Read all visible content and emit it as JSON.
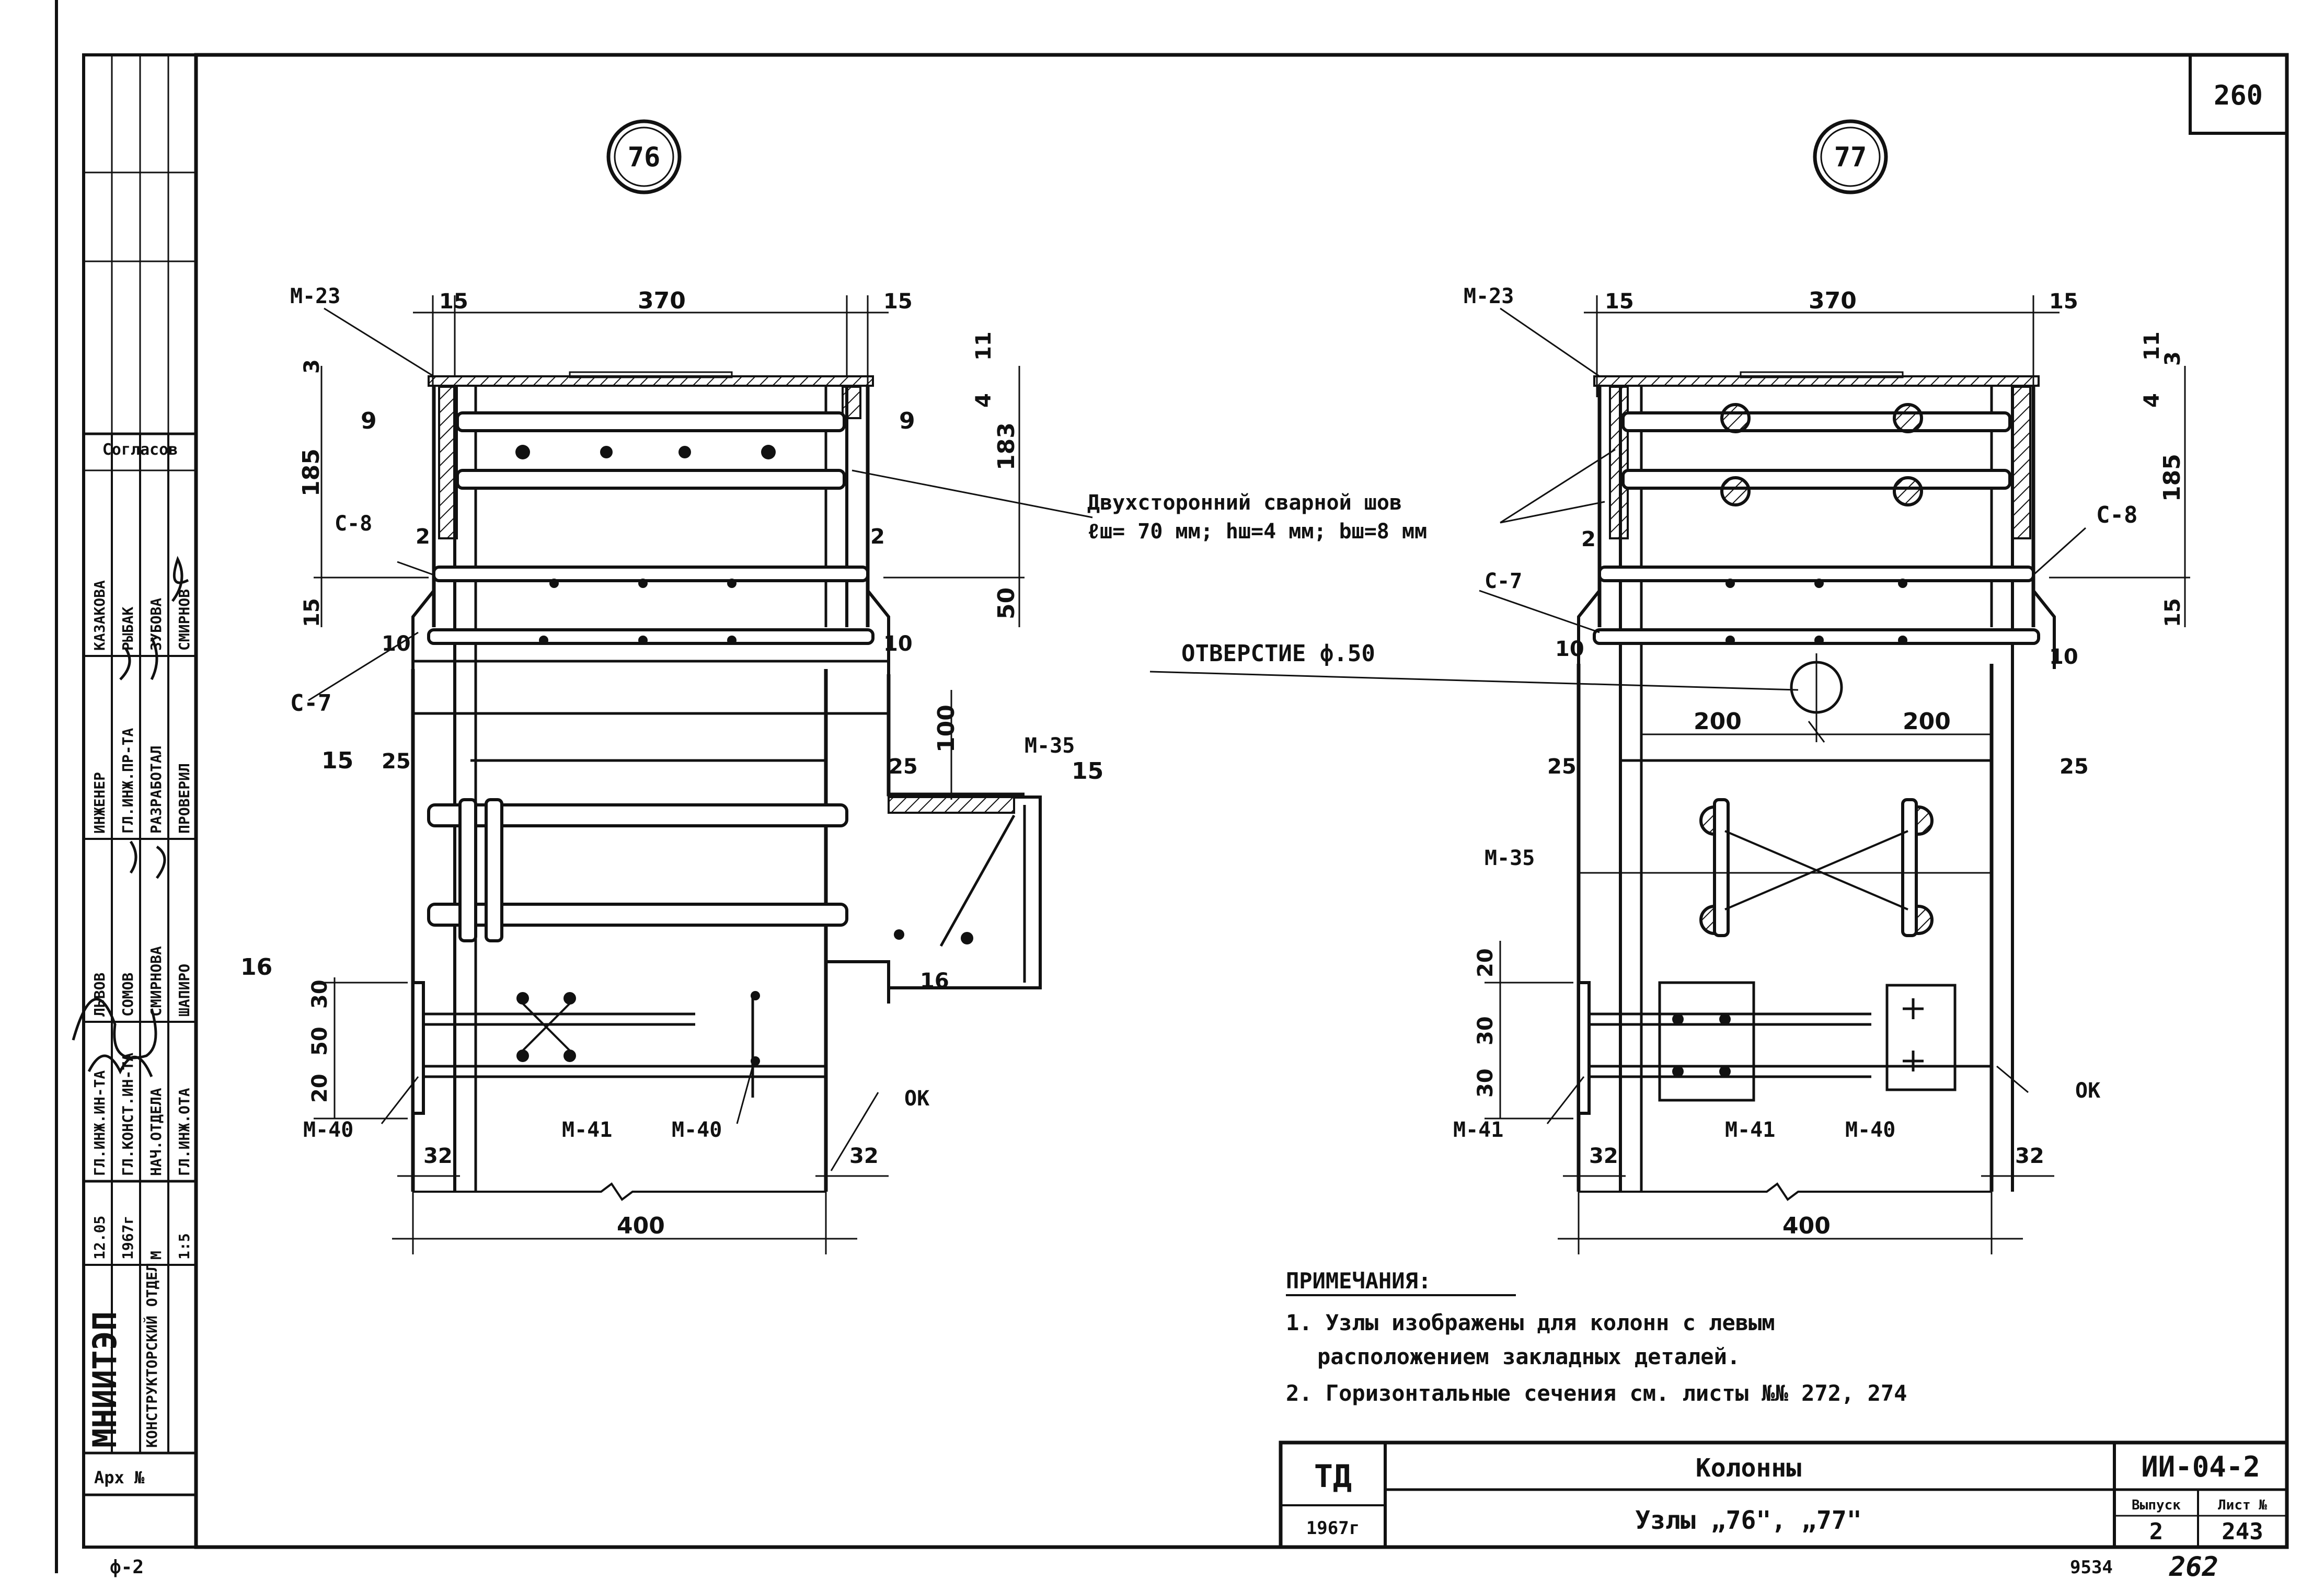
{
  "sheet": {
    "number": "260",
    "bottom_page": "262",
    "bottom_code": "9534",
    "form_code": "ф-2"
  },
  "left_block": {
    "agreed": "Согласов",
    "agreed_names": [
      "КАЗАКОВА",
      "РЫБАК",
      "ЗУБОВА",
      "СМИРНОВ"
    ],
    "roles_col1": [
      "ГЛ.ИНЖ.ПР-ТА",
      "ИНЖЕНЕР",
      "РАЗРАБОТАЛ",
      "ПРОВЕРИЛ"
    ],
    "names_col1": [
      "ЛЬВОВ",
      "СОМОВ",
      "СМИРНОВА",
      "ШАПИРО"
    ],
    "roles_col2": [
      "ГЛ.ИНЖ.ИН-ТА",
      "ГЛ.КОНСТ.ИН-ТА",
      "НАЧ.ОТДЕЛА",
      "ГЛ.ИНЖ.ОТА"
    ],
    "date": "12.05",
    "year": "1967г",
    "scale_label": "М",
    "scale": "1:5",
    "org": "МНИИТЭП",
    "dept": "КОНСТРУКТОРСКИЙ ОТДЕЛ",
    "archive": "Арх №"
  },
  "node76": {
    "marker": "76",
    "labels": {
      "m23": "М-23",
      "dim15a": "15",
      "dim370": "370",
      "dim15b": "15",
      "dim3": "3",
      "dim185": "185",
      "dim9a": "9",
      "dim9b": "9",
      "dim183": "183",
      "dim11": "11",
      "dim4": "4",
      "c8": "С-8",
      "dim2a": "2",
      "dim2b": "2",
      "dim15c": "15",
      "dim50": "50",
      "dim10a": "10",
      "dim10b": "10",
      "c7": "С-7",
      "dim15d": "15",
      "dim25a": "25",
      "dim25b": "25",
      "dim100": "100",
      "m35": "М-35",
      "dim15e": "15",
      "dim16a": "16",
      "dim16b": "16",
      "dim30": "30",
      "dim50b": "50",
      "dim20": "20",
      "m40a": "М-40",
      "m41": "М-41",
      "m40b": "М-40",
      "ok": "ОК",
      "dim32a": "32",
      "dim32b": "32",
      "dim400": "400"
    }
  },
  "node77": {
    "marker": "77",
    "labels": {
      "m23": "М-23",
      "dim15a": "15",
      "dim370": "370",
      "dim15b": "15",
      "dim11": "11",
      "dim3": "3",
      "dim4": "4",
      "dim185": "185",
      "dim2": "2",
      "c8": "С-8",
      "c7": "С-7",
      "dim10a": "10",
      "dim10b": "10",
      "dim15c": "15",
      "hole": "ОТВЕРСТИЕ ф.50",
      "dim200a": "200",
      "dim200b": "200",
      "dim25a": "25",
      "dim25b": "25",
      "m35": "М-35",
      "dim20": "20",
      "dim30": "30",
      "dim30b": "30",
      "m41a": "М-41",
      "m41b": "М-41",
      "m40": "М-40",
      "ok": "ОК",
      "dim32a": "32",
      "dim32b": "32",
      "dim400": "400"
    }
  },
  "weld_note": {
    "line1": "Двухсторонний сварной шов",
    "line2": "ℓш= 70 мм; hш=4 мм; bш=8 мм"
  },
  "notes": {
    "title": "ПРИМЕЧАНИЯ:",
    "line1": "1. Узлы изображены для колонн с левым",
    "line2": "расположением закладных деталей.",
    "line3": "2. Горизонтальные сечения см. листы №№ 272, 274"
  },
  "title_block": {
    "org": "ТД",
    "year": "1967г",
    "title": "Колонны",
    "subtitle": "Узлы „76\", „77\"",
    "series": "ИИ-04-2",
    "issue_label": "Выпуск",
    "sheet_label": "Лист №",
    "issue": "2",
    "sheet": "243"
  }
}
